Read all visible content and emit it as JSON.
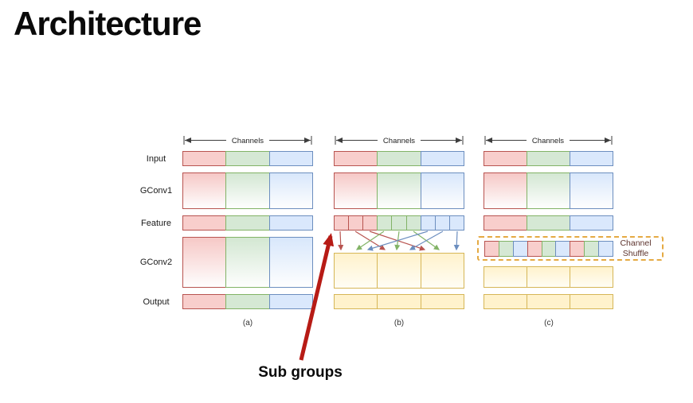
{
  "slide": {
    "title": "Architecture"
  },
  "diagram": {
    "channels_label": "Channels",
    "row_labels": [
      "Input",
      "GConv1",
      "Feature",
      "GConv2",
      "Output"
    ],
    "panels": [
      {
        "caption": "(a)",
        "input_cells": [
          "red",
          "green",
          "blue"
        ],
        "gconv1_cells": [
          "red",
          "green",
          "blue"
        ],
        "feature_cells": [
          "red",
          "green",
          "blue"
        ],
        "gconv2_cells": [
          "red",
          "green",
          "blue"
        ],
        "output_cells": [
          "red",
          "green",
          "blue"
        ]
      },
      {
        "caption": "(b)",
        "input_cells": [
          "red",
          "green",
          "blue"
        ],
        "gconv1_cells": [
          "red",
          "green",
          "blue"
        ],
        "feature_cells": [
          "red",
          "red",
          "red",
          "green",
          "green",
          "green",
          "blue",
          "blue",
          "blue"
        ],
        "gconv2_cells": [
          "yellow",
          "yellow",
          "yellow"
        ],
        "output_cells": [
          "yellow",
          "yellow",
          "yellow"
        ]
      },
      {
        "caption": "(c)",
        "input_cells": [
          "red",
          "green",
          "blue"
        ],
        "gconv1_cells": [
          "red",
          "green",
          "blue"
        ],
        "feature_cells": [
          "red",
          "green",
          "blue"
        ],
        "shuffled_cells": [
          "red",
          "green",
          "blue",
          "red",
          "green",
          "blue",
          "red",
          "green",
          "blue"
        ],
        "gconv2_cells": [
          "yellow",
          "yellow",
          "yellow"
        ],
        "output_cells": [
          "yellow",
          "yellow",
          "yellow"
        ]
      }
    ],
    "channel_shuffle": {
      "line1": "Channel",
      "line2": "Shuffle"
    },
    "annotation": {
      "label": "Sub groups"
    },
    "colors": {
      "red_fill": "#f8cecc",
      "red_stroke": "#b85450",
      "green_fill": "#d5e8d4",
      "green_stroke": "#82b366",
      "blue_fill": "#dae8fc",
      "blue_stroke": "#6c8ebf",
      "yellow_fill": "#fff2cc",
      "yellow_stroke": "#d6b656",
      "shuffle_box_border": "#e5aa43",
      "shuffle_text": "#5d342e",
      "annotation_arrow": "#b71b15",
      "channels_arrow": "#3d3d3d"
    }
  }
}
